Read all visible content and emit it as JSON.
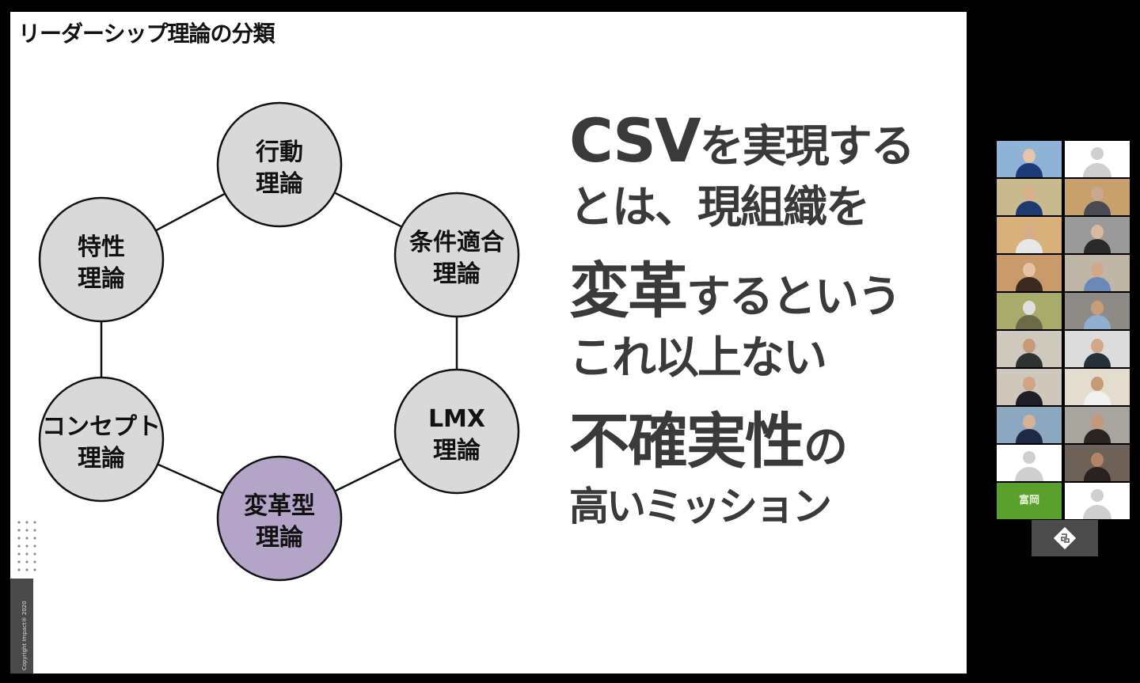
{
  "slide": {
    "title": "リーダーシップ理論の分類",
    "copyright": "Copyright Impact® 2020",
    "diagram": {
      "nodes": [
        {
          "id": "behavior",
          "line1": "行動",
          "line2": "理論",
          "fill": "#d9d9d9",
          "highlight": false
        },
        {
          "id": "contingency",
          "line1": "条件適合",
          "line2": "理論",
          "fill": "#d9d9d9",
          "highlight": false
        },
        {
          "id": "lmx",
          "line1": "LMX",
          "line2": "理論",
          "fill": "#d9d9d9",
          "highlight": false
        },
        {
          "id": "transformational",
          "line1": "変革型",
          "line2": "理論",
          "fill": "#b3a4c8",
          "highlight": true
        },
        {
          "id": "concept",
          "line1": "コンセプト",
          "line2": "理論",
          "fill": "#d9d9d9",
          "highlight": false
        },
        {
          "id": "trait",
          "line1": "特性",
          "line2": "理論",
          "fill": "#d9d9d9",
          "highlight": false
        }
      ],
      "edges": [
        [
          "trait",
          "behavior"
        ],
        [
          "behavior",
          "contingency"
        ],
        [
          "contingency",
          "lmx"
        ],
        [
          "lmx",
          "transformational"
        ],
        [
          "transformational",
          "concept"
        ],
        [
          "concept",
          "trait"
        ]
      ]
    },
    "message": {
      "line1_big": "CSV",
      "line1_rest": "を実現する",
      "line2": "とは、現組織を",
      "line3_big": "変革",
      "line3_rest": "するという",
      "line4": "これ以上ない",
      "line5_big": "不確実性",
      "line5_rest": "の",
      "line6": "高いミッション"
    }
  },
  "gallery": {
    "participants": [
      {
        "type": "video",
        "bg": "#8fb3d6",
        "skin": "#e8c4a8",
        "shirt": "#1f3a7a"
      },
      {
        "type": "placeholder"
      },
      {
        "type": "video",
        "bg": "#c9b98e",
        "skin": "#d9b08c",
        "shirt": "#1e3a70"
      },
      {
        "type": "video",
        "bg": "#c8a06c",
        "skin": "#c8a890",
        "shirt": "#4a4a55"
      },
      {
        "type": "video",
        "bg": "#d8b07a",
        "skin": "#d6ac8a",
        "shirt": "#e8e8e8"
      },
      {
        "type": "video",
        "bg": "#9a9a9a",
        "skin": "#d8b8a0",
        "shirt": "#2a2a2a"
      },
      {
        "type": "video",
        "bg": "#c99a6a",
        "skin": "#e6c2a6",
        "shirt": "#3a2a22"
      },
      {
        "type": "video",
        "bg": "#bfb6a8",
        "skin": "#d1a988",
        "shirt": "#6a88b8"
      },
      {
        "type": "video",
        "bg": "#a8ab6a",
        "skin": "#e0e0e0",
        "shirt": "#6b6b4a"
      },
      {
        "type": "video",
        "bg": "#8e8a86",
        "skin": "#c99c78",
        "shirt": "#8fb0d0"
      },
      {
        "type": "video",
        "bg": "#cfc8bc",
        "skin": "#c89a78",
        "shirt": "#2d3330"
      },
      {
        "type": "video",
        "bg": "#dcdcdc",
        "skin": "#d3a888",
        "shirt": "#25303a"
      },
      {
        "type": "video",
        "bg": "#cfc6bc",
        "skin": "#d0a484",
        "shirt": "#1f1f28"
      },
      {
        "type": "video",
        "bg": "#e4dccf",
        "skin": "#c79a76",
        "shirt": "#f0f0f0"
      },
      {
        "type": "video",
        "bg": "#8ca8c0",
        "skin": "#d6b296",
        "shirt": "#1f2a45"
      },
      {
        "type": "video",
        "bg": "#a8a49e",
        "skin": "#c49878",
        "shirt": "#2a2522"
      },
      {
        "type": "placeholder"
      },
      {
        "type": "video",
        "bg": "#6e6258",
        "skin": "#b38466",
        "shirt": "#2a2220"
      },
      {
        "type": "green",
        "label": "富岡"
      },
      {
        "type": "placeholder"
      }
    ],
    "screen_share_icon": "screen-share-icon"
  }
}
